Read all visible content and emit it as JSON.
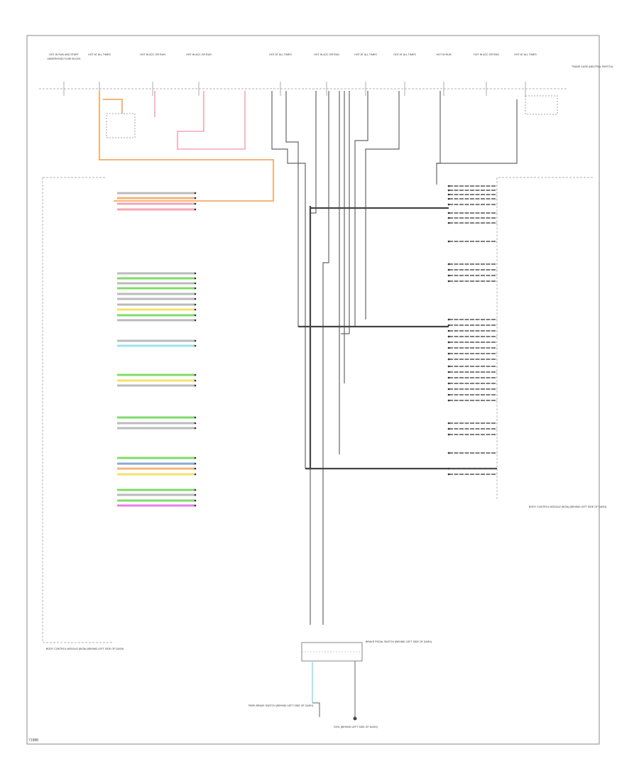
{
  "figure_id": "71988",
  "top_fuses": [
    {
      "id": "hot_run_start",
      "label": "HOT IN RUN AND START",
      "sub": "UNDERHOOD FUSE BLOCK"
    },
    {
      "id": "hot_all_times_1",
      "label": "HOT AT ALL TIMES",
      "sub": ""
    },
    {
      "id": "hot_acc_run_1",
      "label": "HOT IN ACC OR RUN",
      "sub": ""
    },
    {
      "id": "hot_acc_run_2",
      "label": "HOT IN ACC OR RUN",
      "sub": ""
    },
    {
      "id": "hot_all_times_2",
      "label": "HOT AT ALL TIMES",
      "sub": ""
    },
    {
      "id": "hot_acc_run_3",
      "label": "HOT IN ACC OR RUN",
      "sub": ""
    },
    {
      "id": "hot_all_times_3",
      "label": "HOT AT ALL TIMES",
      "sub": ""
    },
    {
      "id": "hot_all_times_4",
      "label": "HOT AT ALL TIMES",
      "sub": ""
    },
    {
      "id": "hot_run",
      "label": "HOT IN RUN",
      "sub": ""
    },
    {
      "id": "hot_acc_run_4",
      "label": "HOT IN ACC OR RUN",
      "sub": ""
    },
    {
      "id": "hot_all_times_5",
      "label": "HOT AT ALL TIMES",
      "sub": ""
    }
  ],
  "right_top_label": "TRANS CASE (NEUTRAL SWITCH)",
  "bcm_left_label": "BODY CONTROL MODULE (BCM) (BEHIND LEFT SIDE OF DASH)",
  "bcm_right_label": "BODY CONTROL MODULE (BCM) (BEHIND LEFT SIDE OF DASH)",
  "center_component_label": "BRAKE PEDAL SWITCH (BEHIND LEFT SIDE OF DASH)",
  "bottom_left_label": "PARK BRAKE SWITCH (BEHIND LEFT SIDE OF DASH)",
  "bottom_right_label": "G201 (BEHIND LEFT SIDE OF DASH)",
  "colors": {
    "orange": "#f5b47a",
    "pink": "#f3a7b7",
    "green": "#7fdc6a",
    "blue": "#8aa9d8",
    "cyan": "#9be3ef",
    "magenta": "#e67de8",
    "yellow": "#f2e36d",
    "gray": "#bbbbbb",
    "dark": "#555555"
  }
}
